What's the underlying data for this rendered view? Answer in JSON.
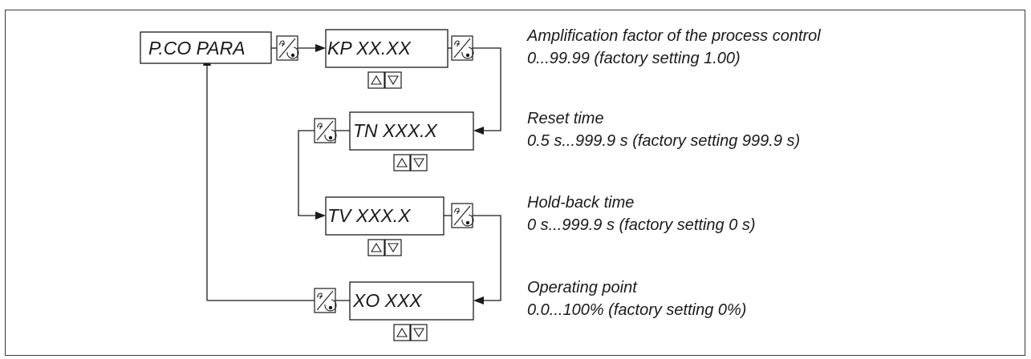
{
  "menu": {
    "entry_label": "P.CO PARA",
    "steps": [
      {
        "display": "KP XX.XX",
        "description_title": "Amplification factor of the process control",
        "description_range": "0...99.99 (factory setting 1.00)"
      },
      {
        "display": "TN XXX.X",
        "description_title": "Reset time",
        "description_range": "0.5 s...999.9 s (factory setting 999.9 s)"
      },
      {
        "display": "TV XXX.X",
        "description_title": "Hold-back time",
        "description_range": "0 s...999.9 s (factory setting 0 s)"
      },
      {
        "display": "XO XXX",
        "description_title": "Operating point",
        "description_range": "0.0...100% (factory setting 0%)"
      }
    ]
  },
  "icons": {
    "confirm_key": "hand-press-key-icon",
    "up_key": "triangle-up-icon",
    "down_key": "triangle-down-icon"
  }
}
